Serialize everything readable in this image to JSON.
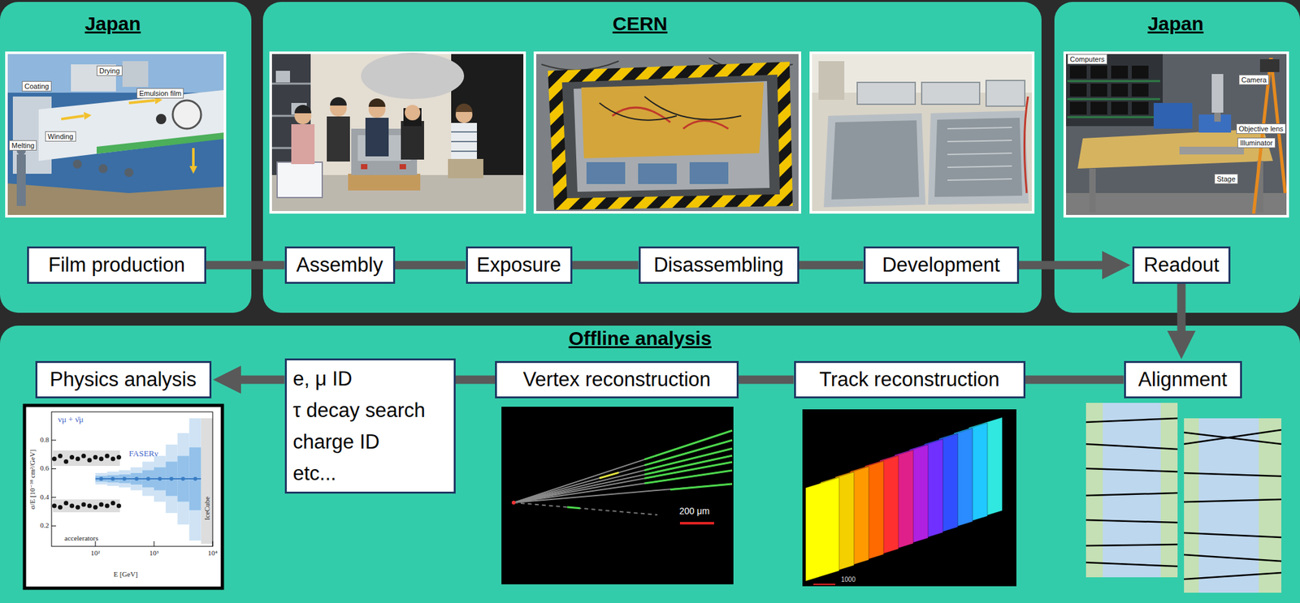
{
  "diagram": {
    "nodes": [
      {
        "text": [
          "Japan"
        ]
      },
      {
        "text": [
          "Film production"
        ],
        "in": 0
      },
      {
        "text": [
          "CERN"
        ]
      },
      {
        "text": [
          "Assembly"
        ],
        "in": 2
      },
      {
        "text": [
          "Exposure"
        ],
        "in": 2
      },
      {
        "text": [
          "Disassembling"
        ],
        "in": 2
      },
      {
        "text": [
          "Development"
        ],
        "in": 2
      },
      {
        "text": [
          "Japan"
        ]
      },
      {
        "text": [
          "Readout"
        ],
        "in": 7
      },
      {
        "text": [
          "Offline analysis"
        ]
      },
      {
        "text": [
          "Physics analysis"
        ],
        "in": 9
      },
      {
        "text": [
          "e, μ ID",
          "τ decay search",
          "charge ID",
          "etc..."
        ],
        "in": 9
      },
      {
        "text": [
          "Vertex reconstruction"
        ],
        "in": 9
      },
      {
        "text": [
          "Track reconstruction"
        ],
        "in": 9
      },
      {
        "text": [
          "Alignment"
        ],
        "in": 9
      }
    ],
    "edges": [
      {
        "from": 1,
        "to": 3,
        "arrow": "none"
      },
      {
        "from": 3,
        "to": 4,
        "arrow": "none"
      },
      {
        "from": 4,
        "to": 5,
        "arrow": "none"
      },
      {
        "from": 5,
        "to": 6,
        "arrow": "none"
      },
      {
        "from": 6,
        "to": 8,
        "arrow": "to"
      },
      {
        "from": 8,
        "to": 14,
        "arrow": "to"
      },
      {
        "from": 14,
        "to": 13,
        "arrow": "none"
      },
      {
        "from": 13,
        "to": 12,
        "arrow": "none"
      },
      {
        "from": 12,
        "to": 11,
        "arrow": "none"
      },
      {
        "from": 11,
        "to": 10,
        "arrow": "to"
      }
    ],
    "labels": [
      "Drying",
      "Coating",
      "Emulsion film",
      "Melting",
      "Winding",
      "Computers",
      "Camera",
      "Objective lens",
      "Illuminator",
      "Stage",
      "200 μm",
      "νμ + ν̄μ",
      "FASERν",
      "accelerators",
      "IceCube",
      "E [GeV]",
      "σ/E [10⁻³⁸ cm²/GeV]",
      "0.8",
      "0.6",
      "0.4",
      "0.2",
      "10²",
      "10³",
      "10⁴",
      "1000"
    ]
  }
}
